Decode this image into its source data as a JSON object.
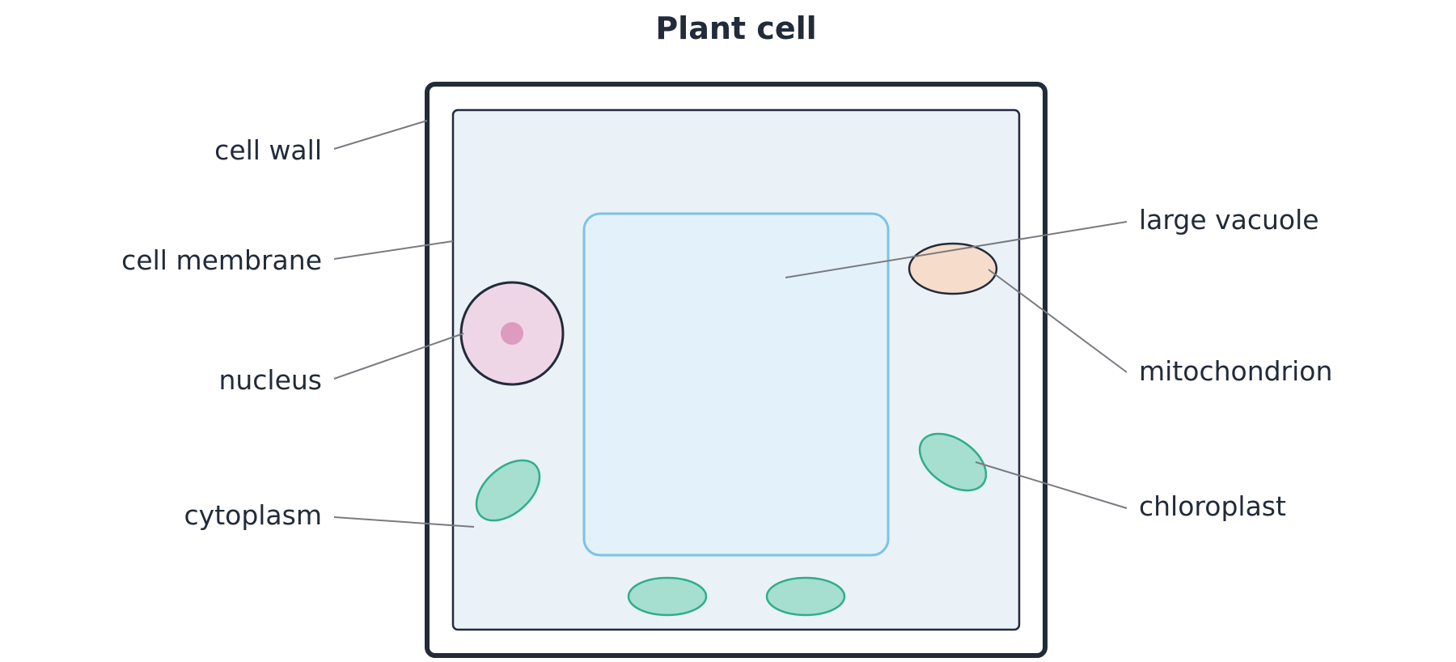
{
  "title": "Plant cell",
  "labels": {
    "cell_wall": "cell wall",
    "cell_membrane": "cell membrane",
    "nucleus": "nucleus",
    "cytoplasm": "cytoplasm",
    "large_vacuole": "large vacuole",
    "mitochondrion": "mitochondrion",
    "chloroplast": "chloroplast"
  },
  "colors": {
    "text": "#222b3a",
    "outline": "#222b3a",
    "cytoplasm_fill": "#eaf2f8",
    "vacuole_fill": "#e3f1fa",
    "vacuole_stroke": "#7cc3e6",
    "nucleus_fill": "#efd6e6",
    "nucleolus_fill": "#dd9bc0",
    "mitochondrion_fill": "#f6dccb",
    "chloroplast_fill": "#a6dfcf",
    "chloroplast_stroke": "#2fae8a",
    "leader_line": "#787b80"
  }
}
